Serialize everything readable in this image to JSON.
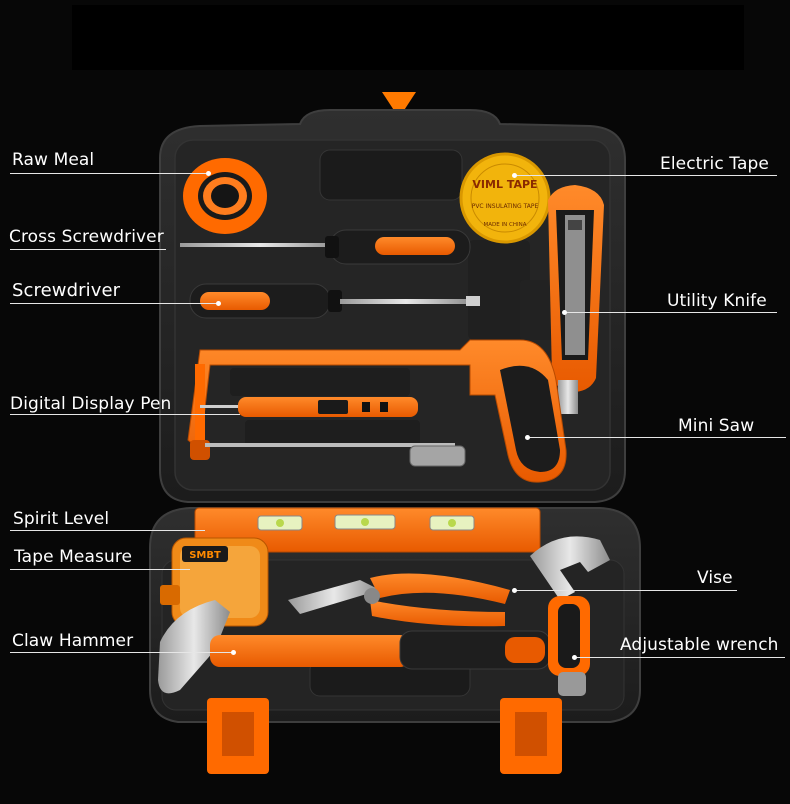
{
  "colors": {
    "background": "#070707",
    "case_body": "#2a2a2a",
    "case_edge": "#3b3b3b",
    "accent_orange": "#ff6a00",
    "label_text": "#ffffff",
    "tape_yellow": "#f2b40c"
  },
  "tape_print": {
    "brand": "VIML TAPE",
    "subtitle": "PVC INSULATING TAPE",
    "origin": "MADE IN CHINA"
  },
  "measure_brand": "SMBT",
  "labels": {
    "raw_meal": "Raw Meal",
    "cross_screwdriver": "Cross Screwdriver",
    "screwdriver": "Screwdriver",
    "digital_display_pen": "Digital Display Pen",
    "spirit_level": "Spirit Level",
    "tape_measure": "Tape Measure",
    "claw_hammer": "Claw Hammer",
    "electric_tape": "Electric Tape",
    "utility_knife": "Utility Knife",
    "mini_saw": "Mini Saw",
    "vise": "Vise",
    "adjustable_wrench": "Adjustable wrench"
  }
}
